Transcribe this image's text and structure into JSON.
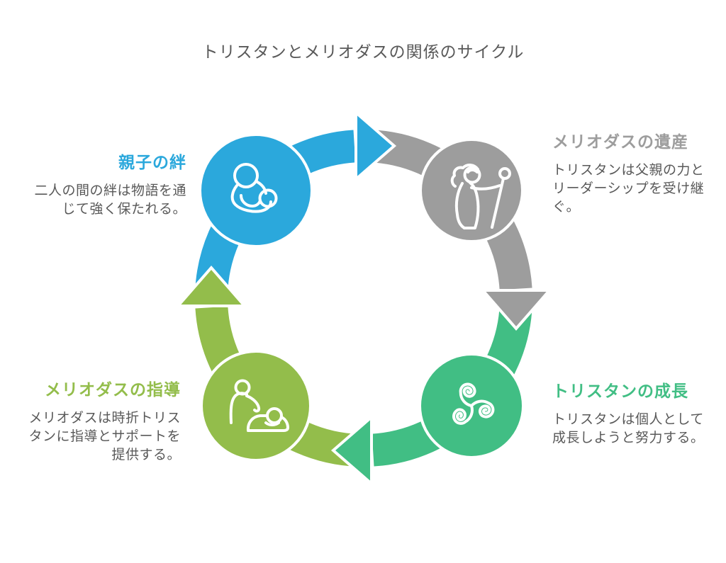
{
  "title": "トリスタンとメリオダスの関係のサイクル",
  "colors": {
    "blue": "#2BA8DC",
    "gray": "#9D9D9D",
    "green": "#41BE84",
    "olive": "#93BD4B",
    "text": "#595959"
  },
  "cycle_direction": "clockwise",
  "nodes": [
    {
      "label": "親子の絆",
      "desc": [
        "二人の間の絆は物語を通",
        "じて強く保たれる。"
      ],
      "color": "#2BA8DC",
      "icon": "parent-holding-baby-icon",
      "position": "top-left"
    },
    {
      "label": "メリオダスの遺産",
      "desc": [
        "トリスタンは父親の力と",
        "リーダーシップを受け継",
        "ぐ。"
      ],
      "color": "#9D9D9D",
      "icon": "figure-with-scepter-icon",
      "position": "top-right"
    },
    {
      "label": "トリスタンの成長",
      "desc": [
        "トリスタンは個人として",
        "成長しようと努力する。"
      ],
      "color": "#41BE84",
      "icon": "triskelion-icon",
      "position": "bottom-right"
    },
    {
      "label": "メリオダスの指導",
      "desc": [
        "メリオダスは時折トリス",
        "タンに指導とサポートを",
        "提供する。"
      ],
      "color": "#93BD4B",
      "icon": "mentor-and-student-icon",
      "position": "bottom-left"
    }
  ]
}
